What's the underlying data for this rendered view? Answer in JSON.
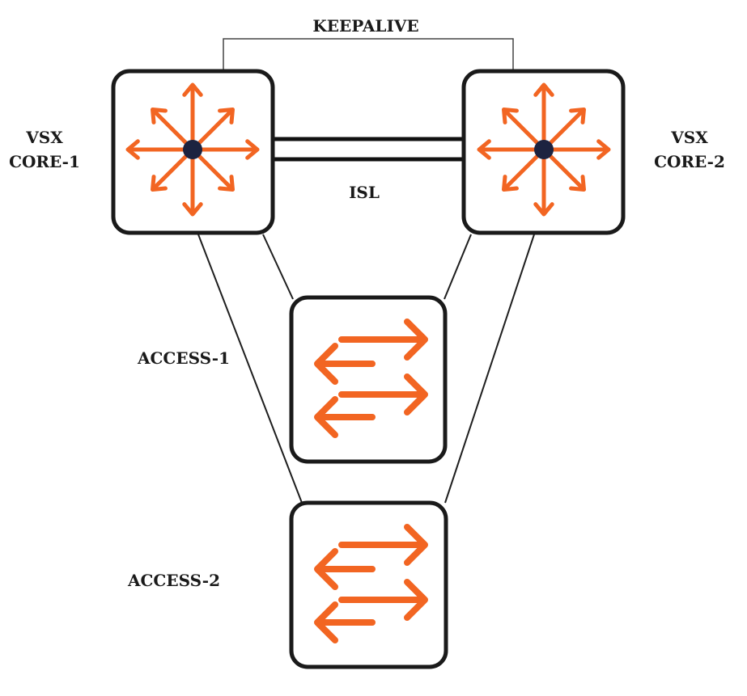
{
  "labels": {
    "keepalive": "KEEPALIVE",
    "isl": "ISL",
    "core1_line1": "VSX",
    "core1_line2": "CORE-1",
    "core2_line1": "VSX",
    "core2_line2": "CORE-2",
    "access1": "ACCESS-1",
    "access2": "ACCESS-2"
  },
  "icons": {
    "core": "router-arrows-icon",
    "access": "switch-arrows-icon"
  },
  "colors": {
    "accent": "#f26522",
    "hub": "#1c2340",
    "outline": "#1a1a1a"
  }
}
